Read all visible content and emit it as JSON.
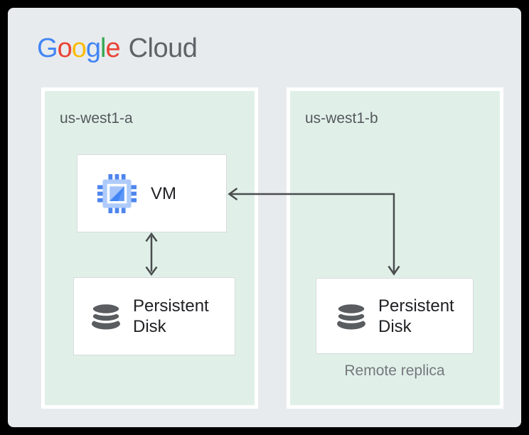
{
  "logo": {
    "letters": [
      {
        "ch": "G",
        "style": "color:#4285F4"
      },
      {
        "ch": "o",
        "style": "color:#EA4335"
      },
      {
        "ch": "o",
        "style": "color:#FBBC05"
      },
      {
        "ch": "g",
        "style": "color:#4285F4"
      },
      {
        "ch": "l",
        "style": "color:#34A853"
      },
      {
        "ch": "e",
        "style": "color:#EA4335"
      }
    ],
    "product": "Cloud"
  },
  "zones": [
    {
      "label": "us-west1-a"
    },
    {
      "label": "us-west1-b"
    }
  ],
  "nodes": {
    "vm": {
      "label": "VM",
      "icon": "compute-engine-icon"
    },
    "disk_a": {
      "label": "Persistent Disk",
      "icon": "persistent-disk-icon"
    },
    "disk_b": {
      "label": "Persistent Disk",
      "icon": "persistent-disk-icon",
      "caption": "Remote replica"
    }
  },
  "connections": [
    {
      "from": "vm",
      "to": "disk_a",
      "style": "double-headed-vertical-arrow"
    },
    {
      "from": "disk_b",
      "to": "vm",
      "style": "double-headed-elbow-arrow"
    }
  ],
  "colors": {
    "frame": "#000000",
    "canvas": "#e8ebee",
    "zone_fill": "#e0f0e9",
    "zone_border": "#ffffff",
    "node_fill": "#ffffff",
    "node_border": "#d8dadd",
    "arrow": "#4a4c4e",
    "node_text": "#202124",
    "zone_label_text": "#55585c",
    "caption_text": "#75787c",
    "logo_product_text": "#5f6368",
    "disk_icon": "#5a5d60",
    "vm_icon_blue": "#4285f4",
    "vm_icon_medium_blue": "#5e97f6",
    "vm_icon_light_blue": "#aecbfa"
  }
}
